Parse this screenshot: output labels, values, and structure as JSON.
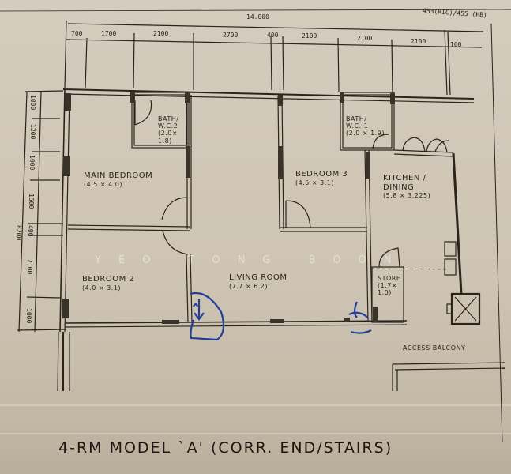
{
  "drawing": {
    "title": "4-RM MODEL `A' (CORR. END/STAIRS)",
    "ref": "453(RIC)/455 (HB)",
    "watermark": "YEO TONG BOON",
    "overall_width": "14.000",
    "overall_depth": "8200"
  },
  "top_dimensions": [
    "700",
    "1700",
    "2100",
    "2700",
    "400",
    "2100",
    "2100",
    "2100",
    "100"
  ],
  "left_dimensions": [
    "1000",
    "1200",
    "1000",
    "1500",
    "400",
    "2100",
    "1000"
  ],
  "rooms": {
    "main_bedroom": {
      "name": "MAIN BEDROOM",
      "size": "(4.5 × 4.0)"
    },
    "bath2": {
      "name": "BATH/",
      "name2": "W.C.2",
      "size": "(2.0×",
      "size2": "1.8)"
    },
    "bedroom3": {
      "name": "BEDROOM 3",
      "size": "(4.5 × 3.1)"
    },
    "bath1": {
      "name": "BATH/",
      "name2": "W.C. 1",
      "size": "(2.0 × 1.9)"
    },
    "kitchen": {
      "name": "KITCHEN /",
      "name2": "DINING",
      "size": "(5.8 × 3.225)"
    },
    "bedroom2": {
      "name": "BEDROOM 2",
      "size": "(4.0 × 3.1)"
    },
    "living": {
      "name": "LIVING ROOM",
      "size": "(7.7 × 6.2)"
    },
    "store": {
      "name": "STORE",
      "size": "(1.7×",
      "size2": "1.0)"
    },
    "balcony": {
      "name": "ACCESS BALCONY"
    }
  },
  "colors": {
    "ink": "#2a241c",
    "paper": "#cfc6b6",
    "pen": "#1f3f9a"
  }
}
